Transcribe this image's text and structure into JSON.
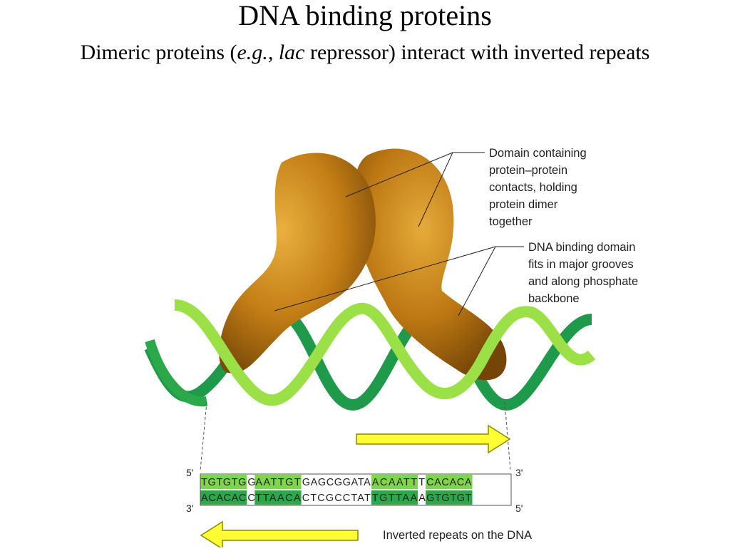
{
  "slide": {
    "title": "DNA binding proteins",
    "subtitle_part1": "Dimeric proteins (",
    "subtitle_eg": "e.g.",
    "subtitle_comma": ", ",
    "subtitle_lac": "lac",
    "subtitle_part2": " repressor) interact with inverted repeats"
  },
  "figure": {
    "label_domain_contacts": [
      "Domain containing",
      "protein–protein",
      "contacts, holding",
      "protein dimer",
      "together"
    ],
    "label_dna_binding": [
      "DNA binding domain",
      "fits in major grooves",
      "and along phosphate",
      "backbone"
    ],
    "label_inverted_repeats": "Inverted repeats on the DNA",
    "end_labels": {
      "top_left": "5'",
      "top_right": "3'",
      "bottom_left": "3'",
      "bottom_right": "5'"
    },
    "top_strand": [
      {
        "seq": "TGTGTG",
        "shade": "#7fd64a"
      },
      {
        "seq": "G",
        "shade": "#ffffff"
      },
      {
        "seq": "AATTGT",
        "shade": "#7fd64a"
      },
      {
        "seq": "GAGCGGATA",
        "shade": "#ffffff"
      },
      {
        "seq": "ACAATT",
        "shade": "#7fd64a"
      },
      {
        "seq": "T",
        "shade": "#ffffff"
      },
      {
        "seq": "CACACA",
        "shade": "#7fd64a"
      }
    ],
    "bottom_strand": [
      {
        "seq": "ACACAC",
        "shade": "#2aa84a"
      },
      {
        "seq": "C",
        "shade": "#ffffff"
      },
      {
        "seq": "TTAACA",
        "shade": "#2aa84a"
      },
      {
        "seq": "CTCGCCTAT",
        "shade": "#ffffff"
      },
      {
        "seq": "TGTTAA",
        "shade": "#2aa84a"
      },
      {
        "seq": "A",
        "shade": "#ffffff"
      },
      {
        "seq": "GTGTGT",
        "shade": "#2aa84a"
      }
    ],
    "colors": {
      "protein": "#c98a1c",
      "helix_light": "#9be046",
      "helix_dark": "#1e9a4a",
      "arrow": "#ffff33"
    }
  }
}
